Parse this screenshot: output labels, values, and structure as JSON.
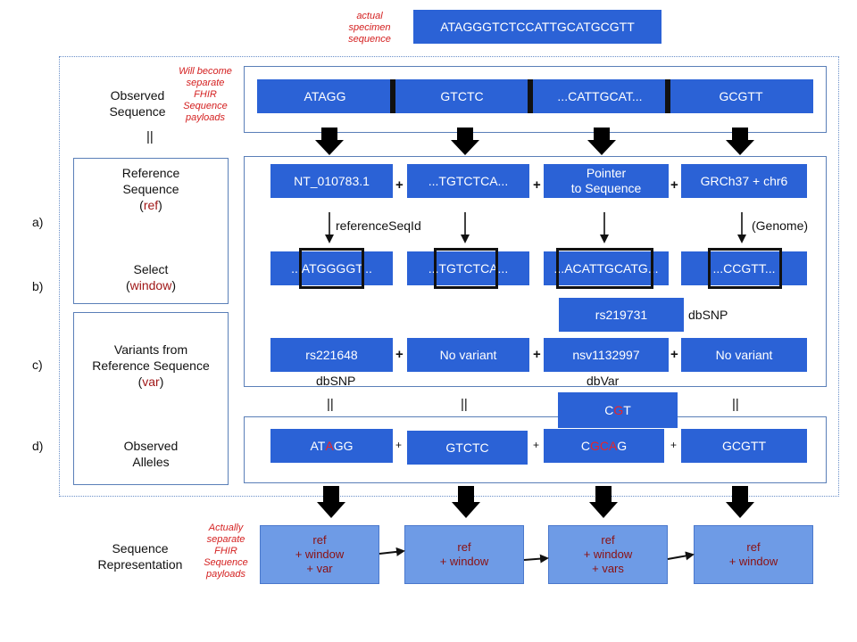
{
  "actual_label": [
    "actual",
    "specimen",
    "sequence"
  ],
  "actual_sequence": "ATAGGGTCTCCATTGCATGCGTT",
  "will_become_note": [
    "Will become",
    "separate",
    "FHIR",
    "Sequence",
    "payloads"
  ],
  "actually_note": [
    "Actually",
    "separate",
    "FHIR",
    "Sequence",
    "payloads"
  ],
  "row_labels": {
    "observed_sequence": [
      "Observed",
      "Sequence"
    ],
    "reference_sequence": [
      "Reference",
      "Sequence"
    ],
    "ref_open": "(",
    "ref_word": "ref",
    "ref_close": ")",
    "select": "Select",
    "window_open": "(",
    "window_word": "window",
    "window_close": ")",
    "variants": [
      "Variants from",
      "Reference Sequence"
    ],
    "var_open": "(",
    "var_word": "var",
    "var_close": ")",
    "observed_alleles": [
      "Observed",
      "Alleles"
    ],
    "sequence_representation": [
      "Sequence",
      "Representation"
    ]
  },
  "letters": [
    "a)",
    "b)",
    "c)",
    "d)"
  ],
  "equals_mark": "||",
  "plus": "+",
  "observed_segments": [
    "ATAGG",
    "GTCTC",
    "...CATTGCAT...",
    "GCGTT"
  ],
  "reference_boxes": [
    "NT_010783.1",
    "...TGTCTCA...",
    "Pointer\nto Sequence",
    "GRCh37 + chr6"
  ],
  "arrow_labels": {
    "referenceSeqId": "referenceSeqId",
    "genome": "(Genome)"
  },
  "window_boxes": [
    "...ATGGGGT...",
    "...TGTCTCA...",
    "...ACATTGCATG...",
    "...CCGTT..."
  ],
  "rs219731": "rs219731",
  "dbsnp_right": "dbSNP",
  "variant_boxes": [
    "rs221648",
    "No variant",
    "nsv1132997",
    "No variant"
  ],
  "dbsnp_below": "dbSNP",
  "dbvar_below": "dbVar",
  "cgt": {
    "pre": "C",
    "red": "G",
    "post": "T"
  },
  "alleles": [
    {
      "pre": "AT",
      "red": "A",
      "post": "GG"
    },
    {
      "pre": "GTCTC",
      "red": "",
      "post": ""
    },
    {
      "pre": "C",
      "red": "GCA",
      "post": "G"
    },
    {
      "pre": "GCGTT",
      "red": "",
      "post": ""
    }
  ],
  "representation": [
    [
      "ref",
      "+ window",
      "+ var"
    ],
    [
      "ref",
      "+ window"
    ],
    [
      "ref",
      "+ window",
      "+ vars"
    ],
    [
      "ref",
      "+ window"
    ]
  ],
  "colors": {
    "blue_box": "#2b62d6",
    "light_blue_box": "#6e9be6",
    "note_red": "#d42020",
    "highlight_red": "#e8242a",
    "frame": "#5a7fb8"
  }
}
